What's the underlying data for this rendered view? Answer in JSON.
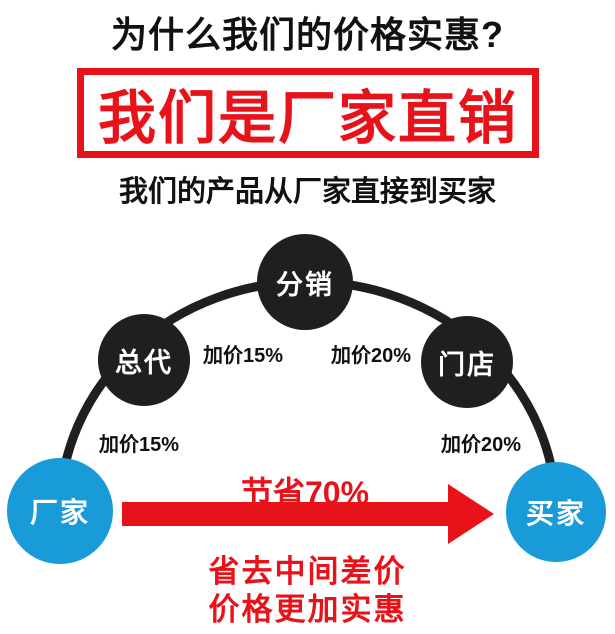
{
  "header": {
    "title": "为什么我们的价格实惠?",
    "banner": "我们是厂家直销",
    "subtitle": "我们的产品从厂家直接到买家"
  },
  "diagram": {
    "nodes": {
      "factory": "厂家",
      "agent": "总代",
      "distribution": "分销",
      "store": "门店",
      "buyer": "买家"
    },
    "markup_labels": {
      "agent_upper": "加价15%",
      "store_upper": "加价20%",
      "agent_lower": "加价15%",
      "store_lower": "加价20%"
    },
    "savings_label": "节省70%",
    "footer_line1": "省去中间差价",
    "footer_line2": "价格更加实惠"
  },
  "colors": {
    "red": "#e8121b",
    "blue": "#189bd8",
    "node_black": "#1f1f1f"
  }
}
